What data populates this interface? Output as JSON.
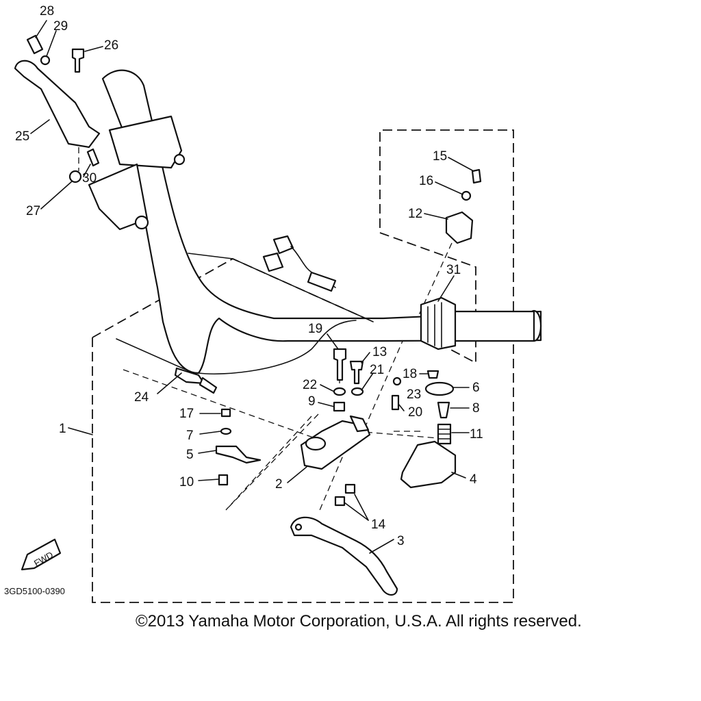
{
  "diagram": {
    "callouts": [
      "1",
      "2",
      "3",
      "4",
      "5",
      "6",
      "7",
      "8",
      "9",
      "10",
      "11",
      "12",
      "13",
      "14",
      "15",
      "16",
      "17",
      "18",
      "19",
      "20",
      "21",
      "22",
      "23",
      "24",
      "25",
      "26",
      "27",
      "28",
      "29",
      "30",
      "31"
    ],
    "fwd_label": "FWD",
    "part_code": "3GD5100-0390"
  },
  "footer": {
    "copyright": "©2013 Yamaha Motor Corporation, U.S.A. All rights reserved."
  },
  "colors": {
    "ink": "#111111",
    "paper": "#ffffff"
  }
}
